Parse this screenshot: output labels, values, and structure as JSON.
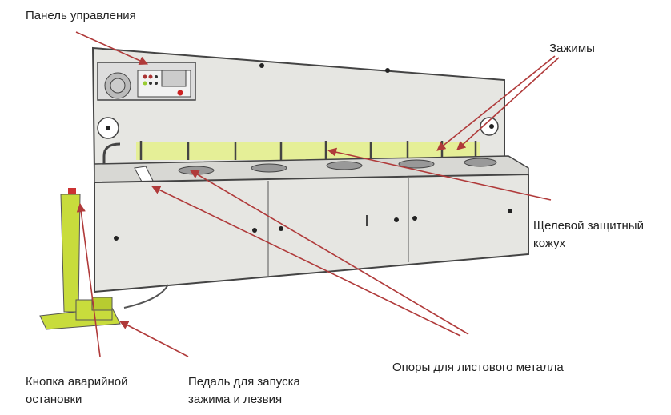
{
  "labels": {
    "control_panel": "Панель управления",
    "clamps": "Зажимы",
    "guard_line1": "Щелевой защитный",
    "guard_line2": "кожух",
    "supports": "Опоры для листового металла",
    "estop_line1": "Кнопка аварийной",
    "estop_line2": "остановки",
    "pedal_line1": "Педаль для запуска",
    "pedal_line2": "зажима и лезвия"
  },
  "colors": {
    "arrow": "#b03a3a",
    "guard": "#e4f08a",
    "machine": "#e6e6e2",
    "pedal": "#c8dc3c"
  }
}
